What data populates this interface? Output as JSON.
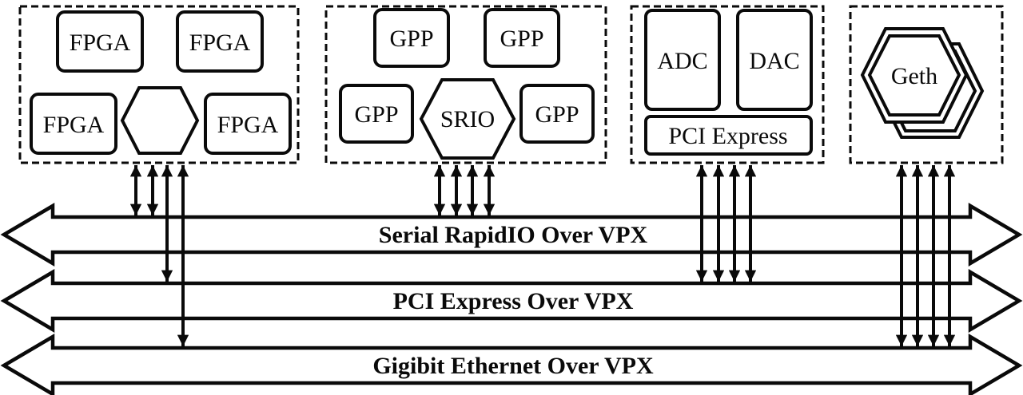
{
  "fpga_cluster": {
    "fpga_tl": "FPGA",
    "fpga_tr": "FPGA",
    "fpga_bl": "FPGA",
    "fpga_br": "FPGA"
  },
  "gpp_cluster": {
    "gpp_tl": "GPP",
    "gpp_tr": "GPP",
    "gpp_bl": "GPP",
    "gpp_br": "GPP",
    "srio": "SRIO"
  },
  "converter_module": {
    "adc": "ADC",
    "dac": "DAC",
    "pci_bridge": "PCI Express"
  },
  "ethernet_module": {
    "geth": "Geth"
  },
  "buses": {
    "srio_bus": "Serial RapidIO Over VPX",
    "pcie_bus": "PCI Express Over VPX",
    "geth_bus": "Gigibit Ethernet Over VPX"
  },
  "colors": {
    "line": "#0a0a0a",
    "background": "#ffffff"
  }
}
